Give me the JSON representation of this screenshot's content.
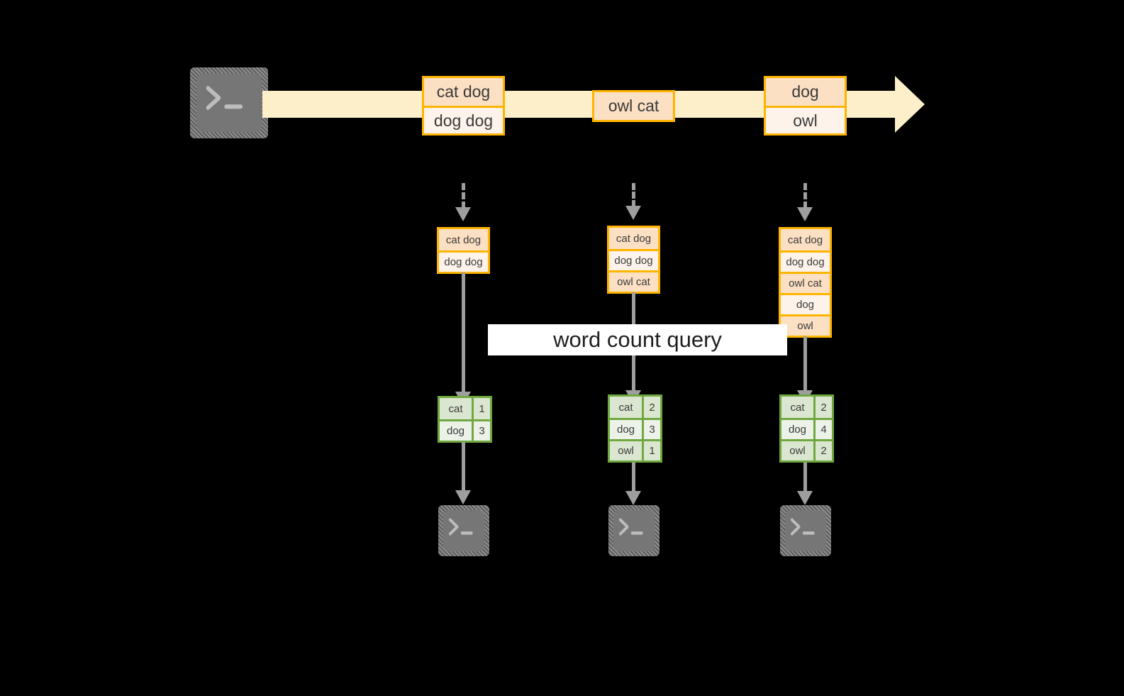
{
  "diagram": {
    "background_color": "#000000",
    "accent_orange": "#FFB400",
    "accent_green": "#6FA840",
    "stream_fill": "#FCEFC9",
    "connector_gray": "#9e9e9e",
    "label": "word count query",
    "source_icon": "terminal-icon",
    "sink_icon": "terminal-icon"
  },
  "stream": {
    "name": "input-event-stream",
    "groups": [
      {
        "name": "stream-group-1",
        "rows": [
          {
            "text": "cat dog"
          },
          {
            "text": "dog dog"
          }
        ]
      },
      {
        "name": "stream-group-2",
        "rows": [
          {
            "text": "owl cat"
          }
        ]
      },
      {
        "name": "stream-group-3",
        "rows": [
          {
            "text": "dog"
          },
          {
            "text": "owl"
          }
        ]
      }
    ]
  },
  "snapshots": [
    {
      "name": "snapshot-t1",
      "rows": [
        {
          "text": "cat dog"
        },
        {
          "text": "dog dog"
        }
      ]
    },
    {
      "name": "snapshot-t2",
      "rows": [
        {
          "text": "cat dog"
        },
        {
          "text": "dog dog"
        },
        {
          "text": "owl cat"
        }
      ]
    },
    {
      "name": "snapshot-t3",
      "rows": [
        {
          "text": "cat dog"
        },
        {
          "text": "dog dog"
        },
        {
          "text": "owl cat"
        },
        {
          "text": "dog"
        },
        {
          "text": "owl"
        }
      ]
    }
  ],
  "results": [
    {
      "name": "result-t1",
      "rows": [
        {
          "word": "cat",
          "count": "1"
        },
        {
          "word": "dog",
          "count": "3"
        }
      ]
    },
    {
      "name": "result-t2",
      "rows": [
        {
          "word": "cat",
          "count": "2"
        },
        {
          "word": "dog",
          "count": "3"
        },
        {
          "word": "owl",
          "count": "1"
        }
      ]
    },
    {
      "name": "result-t3",
      "rows": [
        {
          "word": "cat",
          "count": "2"
        },
        {
          "word": "dog",
          "count": "4"
        },
        {
          "word": "owl",
          "count": "2"
        }
      ]
    }
  ]
}
